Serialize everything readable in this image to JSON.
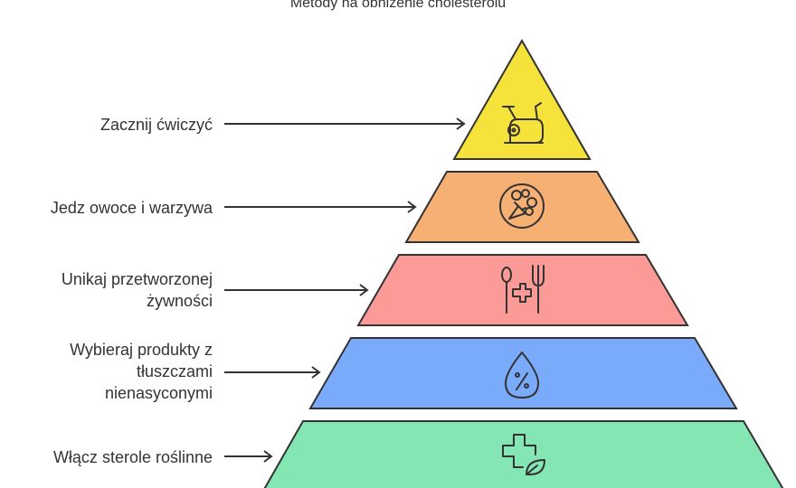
{
  "title": "Metody na obniżenie cholesterolu",
  "levels": [
    {
      "label_lines": [
        "Zacznij  ćwiczyć"
      ],
      "icon": "exercise-bike-icon",
      "color": "#f5e23a"
    },
    {
      "label_lines": [
        "Jedz owoce i warzywa"
      ],
      "icon": "fruit-vegetable-icon",
      "color": "#f6b074"
    },
    {
      "label_lines": [
        "Unikaj przetworzonej",
        "żywności"
      ],
      "icon": "fork-spoon-medical-icon",
      "color": "#fb9a96"
    },
    {
      "label_lines": [
        "Wybieraj produkty z",
        "tłuszczami",
        "nienasyconymi"
      ],
      "icon": "oil-drop-percent-icon",
      "color": "#7aabfb"
    },
    {
      "label_lines": [
        "Włącz sterole roślinne"
      ],
      "icon": "plant-cross-icon",
      "color": "#84e6b2"
    }
  ]
}
